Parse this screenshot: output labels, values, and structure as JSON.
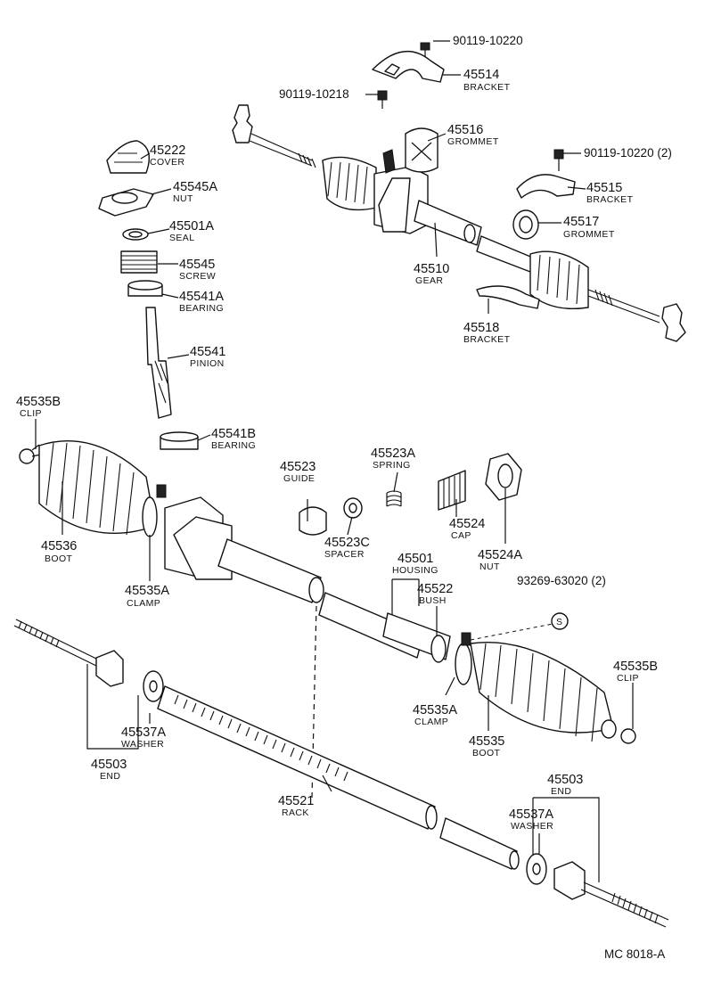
{
  "diagram_code": "MC 8018-A",
  "top_assembly": {
    "bolt_90119_10220": "90119-10220",
    "bracket_45514": {
      "number": "45514",
      "name": "BRACKET"
    },
    "bolt_90119_10218": "90119-10218",
    "grommet_45516": {
      "number": "45516",
      "name": "GROMMET"
    },
    "bolt_90119_10220_2": "90119-10220 (2)",
    "bracket_45515": {
      "number": "45515",
      "name": "BRACKET"
    },
    "grommet_45517": {
      "number": "45517",
      "name": "GROMMET"
    },
    "gear_45510": {
      "number": "45510",
      "name": "GEAR"
    },
    "bracket_45518": {
      "number": "45518",
      "name": "BRACKET"
    }
  },
  "pinion_stack": {
    "cover": {
      "number": "45222",
      "name": "COVER"
    },
    "nut": {
      "number": "45545A",
      "name": "NUT"
    },
    "seal": {
      "number": "45501A",
      "name": "SEAL"
    },
    "screw": {
      "number": "45545",
      "name": "SCREW"
    },
    "bearing": {
      "number": "45541A",
      "name": "BEARING"
    },
    "pinion": {
      "number": "45541",
      "name": "PINION"
    },
    "bearing_b": {
      "number": "45541B",
      "name": "BEARING"
    }
  },
  "rack_assembly": {
    "clip_left": {
      "number": "45535B",
      "name": "CLIP"
    },
    "boot_left": {
      "number": "45536",
      "name": "BOOT"
    },
    "clamp_left": {
      "number": "45535A",
      "name": "CLAMP"
    },
    "guide": {
      "number": "45523",
      "name": "GUIDE"
    },
    "spacer": {
      "number": "45523C",
      "name": "SPACER"
    },
    "spring": {
      "number": "45523A",
      "name": "SPRING"
    },
    "cap": {
      "number": "45524",
      "name": "CAP"
    },
    "nut": {
      "number": "45524A",
      "name": "NUT"
    },
    "housing": {
      "number": "45501",
      "name": "HOUSING"
    },
    "bush": {
      "number": "45522",
      "name": "BUSH"
    },
    "bolt": "93269-63020 (2)",
    "s_mark": "S",
    "clip_right": {
      "number": "45535B",
      "name": "CLIP"
    },
    "clamp_right": {
      "number": "45535A",
      "name": "CLAMP"
    },
    "boot_right": {
      "number": "45535",
      "name": "BOOT"
    },
    "washer_left": {
      "number": "45537A",
      "name": "WASHER"
    },
    "end_left": {
      "number": "45503",
      "name": "END"
    },
    "rack": {
      "number": "45521",
      "name": "RACK"
    },
    "end_right": {
      "number": "45503",
      "name": "END"
    },
    "washer_right": {
      "number": "45537A",
      "name": "WASHER"
    }
  }
}
